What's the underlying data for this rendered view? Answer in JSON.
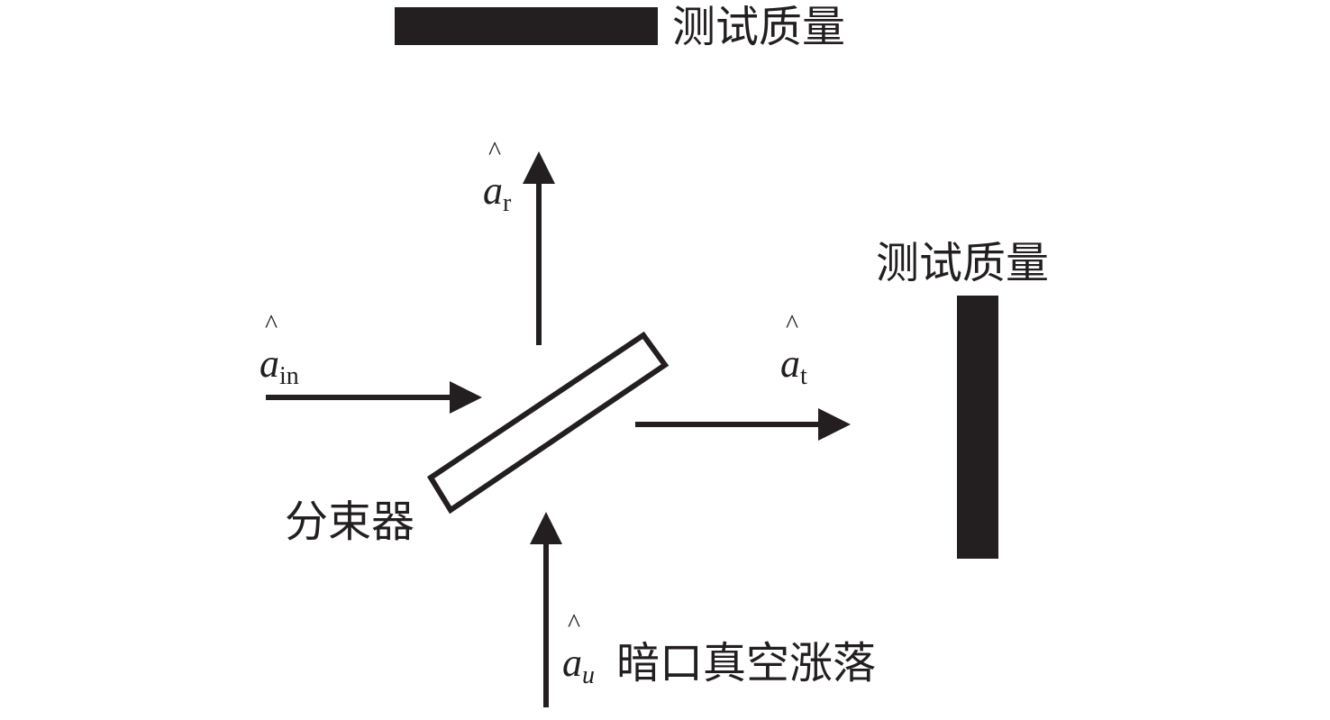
{
  "labels": {
    "test_mass_top": "测试质量",
    "test_mass_right": "测试质量",
    "beam_splitter": "分束器",
    "vacuum": "暗口真空涨落"
  },
  "operators": {
    "hat": "^",
    "symbol": "a",
    "in": "in",
    "r": "r",
    "t": "t",
    "u": "u"
  }
}
